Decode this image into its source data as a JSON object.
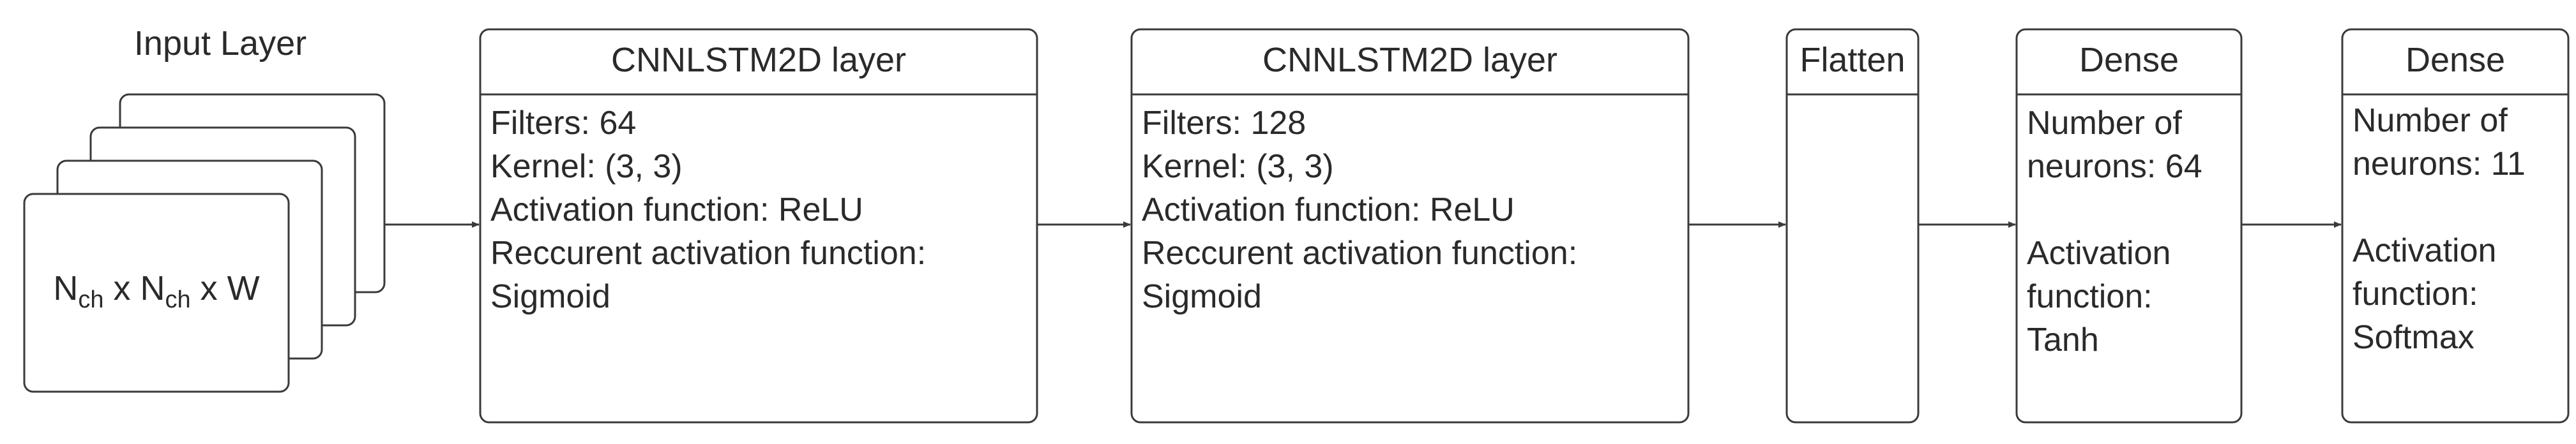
{
  "input": {
    "title": "Input Layer",
    "dims": {
      "n1": "N",
      "s1": "ch",
      "x1": " x ",
      "n2": "N",
      "s2": "ch",
      "x2": " x W"
    }
  },
  "blocks": [
    {
      "title": "CNNLSTM2D layer",
      "lines": [
        "Filters: 64",
        "Kernel: (3, 3)",
        "Activation function: ReLU",
        "Reccurent activation function:",
        "Sigmoid"
      ]
    },
    {
      "title": "CNNLSTM2D layer",
      "lines": [
        "Filters: 128",
        "Kernel: (3, 3)",
        "Activation function: ReLU",
        "Reccurent activation function:",
        "Sigmoid"
      ]
    },
    {
      "title": "Flatten",
      "lines": []
    },
    {
      "title": "Dense",
      "lines": [
        "Number of",
        "neurons: 64",
        "",
        "Activation",
        "function:",
        "Tanh"
      ]
    },
    {
      "title": "Dense",
      "lines": [
        "Number of",
        "neurons: 11",
        "",
        "Activation",
        "function:",
        "Softmax"
      ]
    }
  ],
  "colors": {
    "stroke": "#3a3a3a",
    "text": "#2a2a2a",
    "fill": "#ffffff"
  }
}
